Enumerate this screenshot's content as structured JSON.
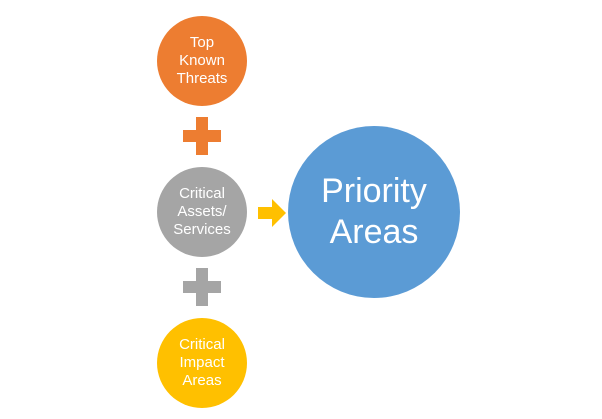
{
  "diagram": {
    "nodes": {
      "threats": {
        "lines": [
          "Top",
          "Known",
          "Threats"
        ],
        "color": "#ED7D31"
      },
      "assets": {
        "lines": [
          "Critical",
          "Assets/",
          "Services"
        ],
        "color": "#A5A5A5"
      },
      "impact": {
        "lines": [
          "Critical",
          "Impact",
          "Areas"
        ],
        "color": "#FFC000"
      },
      "priority": {
        "lines": [
          "Priority",
          "Areas"
        ],
        "color": "#5B9BD5"
      }
    },
    "operators": {
      "plus_top": {
        "symbol": "plus",
        "color": "#ED7D31"
      },
      "plus_bottom": {
        "symbol": "plus",
        "color": "#A5A5A5"
      },
      "arrow": {
        "symbol": "arrow-right",
        "color": "#FFC000"
      }
    }
  }
}
